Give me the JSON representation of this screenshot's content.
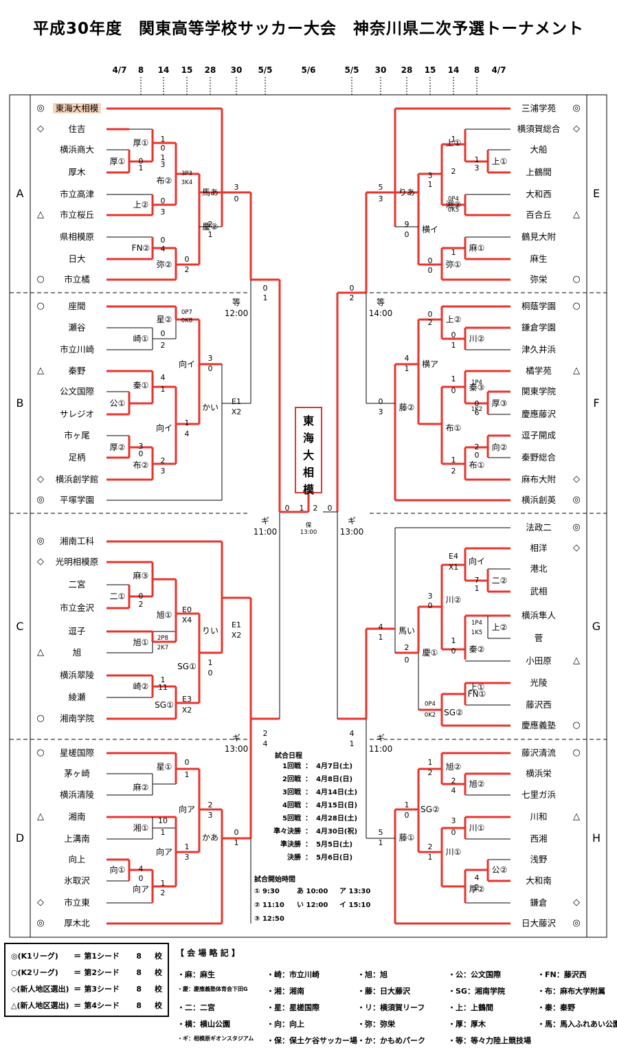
{
  "title": "平成30年度　関東高等学校サッカー大会　神奈川県二次予選トーナメント",
  "dates": [
    {
      "k": "d1",
      "t": "4/7"
    },
    {
      "k": "d2",
      "t": "8"
    },
    {
      "k": "d3",
      "t": "14"
    },
    {
      "k": "d4",
      "t": "15"
    },
    {
      "k": "d5",
      "t": "28"
    },
    {
      "k": "d6",
      "t": "30"
    },
    {
      "k": "d7",
      "t": "5/5"
    },
    {
      "k": "d8",
      "t": "5/6"
    },
    {
      "k": "d7",
      "t": "5/5"
    },
    {
      "k": "d6",
      "t": "30"
    },
    {
      "k": "d5",
      "t": "28"
    },
    {
      "k": "d4",
      "t": "15"
    },
    {
      "k": "d3",
      "t": "14"
    },
    {
      "k": "d2",
      "t": "8"
    },
    {
      "k": "d1",
      "t": "4/7"
    }
  ],
  "blocks": {
    "left": [
      "A",
      "B",
      "C",
      "D"
    ],
    "right": [
      "E",
      "F",
      "G",
      "H"
    ]
  },
  "symbols": {
    "s1": "◎",
    "s2": "○",
    "s3": "◇",
    "s4": "△"
  },
  "champion": "東海大相模",
  "left_teams": [
    {
      "n": "東海大相模",
      "s": "s1",
      "hl": true
    },
    {
      "n": "住吉",
      "s": "s3"
    },
    {
      "n": "横浜商大",
      "s": ""
    },
    {
      "n": "厚木",
      "s": ""
    },
    {
      "n": "市立高津",
      "s": ""
    },
    {
      "n": "市立桜丘",
      "s": "s4"
    },
    {
      "n": "県相模原",
      "s": ""
    },
    {
      "n": "日大",
      "s": ""
    },
    {
      "n": "市立橘",
      "s": "s2"
    },
    {
      "n": "座間",
      "s": "s2"
    },
    {
      "n": "瀬谷",
      "s": ""
    },
    {
      "n": "市立川崎",
      "s": ""
    },
    {
      "n": "秦野",
      "s": "s4"
    },
    {
      "n": "公文国際",
      "s": ""
    },
    {
      "n": "サレジオ",
      "s": ""
    },
    {
      "n": "市ヶ尾",
      "s": ""
    },
    {
      "n": "足柄",
      "s": ""
    },
    {
      "n": "横浜創学館",
      "s": "s3"
    },
    {
      "n": "平塚学園",
      "s": "s1"
    },
    {
      "n": "湘南工科",
      "s": "s1"
    },
    {
      "n": "光明相模原",
      "s": "s3"
    },
    {
      "n": "二宮",
      "s": ""
    },
    {
      "n": "市立金沢",
      "s": ""
    },
    {
      "n": "逗子",
      "s": ""
    },
    {
      "n": "旭",
      "s": "s4"
    },
    {
      "n": "横浜翠陵",
      "s": ""
    },
    {
      "n": "綾瀬",
      "s": ""
    },
    {
      "n": "湘南学院",
      "s": "s2"
    },
    {
      "n": "星槎国際",
      "s": "s2"
    },
    {
      "n": "茅ヶ崎",
      "s": ""
    },
    {
      "n": "横浜清陵",
      "s": ""
    },
    {
      "n": "湘南",
      "s": "s4"
    },
    {
      "n": "上溝南",
      "s": ""
    },
    {
      "n": "向上",
      "s": ""
    },
    {
      "n": "氷取沢",
      "s": ""
    },
    {
      "n": "市立東",
      "s": "s3"
    },
    {
      "n": "厚木北",
      "s": "s1"
    }
  ],
  "right_teams": [
    {
      "n": "三浦学苑",
      "s": "s1"
    },
    {
      "n": "横須賀総合",
      "s": "s3"
    },
    {
      "n": "大船",
      "s": ""
    },
    {
      "n": "上鶴間",
      "s": ""
    },
    {
      "n": "大和西",
      "s": ""
    },
    {
      "n": "百合丘",
      "s": "s4"
    },
    {
      "n": "鶴見大附",
      "s": ""
    },
    {
      "n": "麻生",
      "s": ""
    },
    {
      "n": "弥栄",
      "s": "s2"
    },
    {
      "n": "桐蔭学園",
      "s": "s2"
    },
    {
      "n": "鎌倉学園",
      "s": ""
    },
    {
      "n": "津久井浜",
      "s": ""
    },
    {
      "n": "橘学苑",
      "s": "s4"
    },
    {
      "n": "関東学院",
      "s": ""
    },
    {
      "n": "慶應藤沢",
      "s": ""
    },
    {
      "n": "逗子開成",
      "s": ""
    },
    {
      "n": "秦野総合",
      "s": ""
    },
    {
      "n": "麻布大附",
      "s": "s3"
    },
    {
      "n": "横浜創英",
      "s": "s1"
    },
    {
      "n": "法政二",
      "s": "s1"
    },
    {
      "n": "相洋",
      "s": "s3"
    },
    {
      "n": "港北",
      "s": ""
    },
    {
      "n": "武相",
      "s": ""
    },
    {
      "n": "横浜隼人",
      "s": ""
    },
    {
      "n": "菅",
      "s": ""
    },
    {
      "n": "小田原",
      "s": "s4"
    },
    {
      "n": "光陵",
      "s": ""
    },
    {
      "n": "藤沢西",
      "s": ""
    },
    {
      "n": "慶應義塾",
      "s": "s2"
    },
    {
      "n": "藤沢清流",
      "s": "s2"
    },
    {
      "n": "横浜栄",
      "s": ""
    },
    {
      "n": "七里ガ浜",
      "s": ""
    },
    {
      "n": "川和",
      "s": "s4"
    },
    {
      "n": "西湘",
      "s": ""
    },
    {
      "n": "浅野",
      "s": ""
    },
    {
      "n": "大和南",
      "s": ""
    },
    {
      "n": "鎌倉",
      "s": "s3"
    },
    {
      "n": "日大藤沢",
      "s": "s1"
    }
  ],
  "venue_labels": [
    "厚①",
    "厚①",
    "上②",
    "FN②",
    "弥②",
    "布②",
    "慶②",
    "馬あ",
    "等\n12:00",
    "星②",
    "崎①",
    "秦①",
    "公①",
    "厚②",
    "布②",
    "向イ",
    "向イ",
    "かい",
    "ギ\n11:00",
    "麻③",
    "二①",
    "旭①",
    "崎②",
    "SG①",
    "旭①",
    "SG①",
    "りい",
    "ギ\n13:00",
    "星①",
    "麻②",
    "湘①",
    "向①",
    "向ア",
    "向ア",
    "向ア",
    "かあ",
    "上①",
    "上①",
    "上①",
    "湘②",
    "麻①",
    "弥①",
    "横イ",
    "りあ",
    "等\n14:00",
    "上②",
    "川②",
    "秦③",
    "厚③",
    "向②",
    "布①",
    "布①",
    "横ア",
    "藤②",
    "ギ\n13:00",
    "向イ",
    "二②",
    "上②",
    "川②",
    "秦②",
    "FN①",
    "SG②",
    "慶①",
    "馬い",
    "ギ\n11:00",
    "旭②",
    "旭②",
    "川①",
    "公②",
    "厚②",
    "SG②",
    "川①",
    "藤①"
  ],
  "scores": [
    "1",
    "0",
    "0",
    "1",
    "1",
    "3",
    "3P3",
    "3K4",
    "0",
    "3",
    "0",
    "4",
    "0",
    "2",
    "2",
    "1",
    "3",
    "0",
    "0",
    "1",
    "0P7",
    "0K8",
    "0",
    "2",
    "4",
    "1",
    "1",
    "4",
    "3",
    "0",
    "2",
    "3",
    "3",
    "0",
    "E1",
    "X2",
    "0",
    "2",
    "E0",
    "X4",
    "2P8",
    "2K7",
    "1",
    "11",
    "E3",
    "X2",
    "E1",
    "X2",
    "1",
    "0",
    "0",
    "1",
    "10",
    "1",
    "4",
    "0",
    "1",
    "2",
    "2",
    "3",
    "1",
    "3",
    "0",
    "1",
    "2",
    "4",
    "0",
    "1",
    "保\n13:00",
    "2",
    "0",
    "1",
    "3",
    "1",
    "2",
    "0P4",
    "0K5",
    "3",
    "1",
    "1",
    "0",
    "0",
    "9",
    "0",
    "5",
    "3",
    "0",
    "2",
    "0",
    "1",
    "1P4",
    "1K2",
    "1",
    "0",
    "0",
    "6",
    "2",
    "0",
    "1",
    "2",
    "4",
    "1",
    "0",
    "3",
    "0",
    "2",
    "E4",
    "X1",
    "7",
    "1",
    "1P4",
    "1K5",
    "3",
    "0",
    "1",
    "0",
    "4",
    "1",
    "2",
    "0",
    "0P4",
    "0K2",
    "1",
    "2",
    "2",
    "4",
    "3",
    "0",
    "4",
    "2",
    "1",
    "0",
    "2",
    "1",
    "5",
    "1",
    "4",
    "1",
    "0",
    "1",
    "0",
    "1"
  ],
  "schedule": {
    "title": "試合日程",
    "rows": [
      {
        "r": "1回戦",
        "d": "4月7日(土)"
      },
      {
        "r": "2回戦",
        "d": "4月8日(日)"
      },
      {
        "r": "3回戦",
        "d": "4月14日(土)"
      },
      {
        "r": "4回戦",
        "d": "4月15日(日)"
      },
      {
        "r": "5回戦",
        "d": "4月28日(土)"
      },
      {
        "r": "準々決勝",
        "d": "4月30日(祝)"
      },
      {
        "r": "準決勝",
        "d": "5月5日(土)"
      },
      {
        "r": "決勝",
        "d": "5月6日(日)"
      }
    ],
    "colon": "：",
    "kickoff_title": "試合開始時間",
    "kickoff": [
      [
        "① 9:30",
        "あ 10:00",
        "ア 13:30"
      ],
      [
        "② 11:10",
        "い 12:00",
        "イ 15:10"
      ],
      [
        "③ 12:50",
        "",
        ""
      ]
    ]
  },
  "legend": [
    {
      "k": "◎(K1リーグ)",
      "v": "第1シード",
      "n": "8",
      "u": "校"
    },
    {
      "k": "○(K2リーグ)",
      "v": "第2シード",
      "n": "8",
      "u": "校"
    },
    {
      "k": "◇(新人地区選出)",
      "v": "第3シード",
      "n": "8",
      "u": "校"
    },
    {
      "k": "△(新人地区選出)",
      "v": "第4シード",
      "n": "8",
      "u": "校"
    }
  ],
  "legend_eq": "＝",
  "venue_title": "【 会 場 略 記 】",
  "venues": [
    "・麻：麻生",
    "・崎：市立川崎",
    "・旭：旭",
    "・公：公文国際",
    "・FN：藤沢西",
    "・慶：慶應義塾体育会下田G",
    "・湘：湘南",
    "・藤：日大藤沢",
    "・SG：湘南学院",
    "・布：麻布大学附属",
    "・二：二宮",
    "・星：星槎国際",
    "・リ：横須賀リーフ",
    "・上：上鶴間",
    "・秦：秦野",
    "・横：横山公園",
    "・向：向上",
    "・弥：弥栄",
    "・厚：厚木",
    "・馬：馬入ふれあい公園",
    "・ギ：相模原ギオンスタジアム",
    "・保：保土ケ谷サッカー場",
    "・か：かもめパーク",
    "・等：等々力陸上競技場"
  ]
}
